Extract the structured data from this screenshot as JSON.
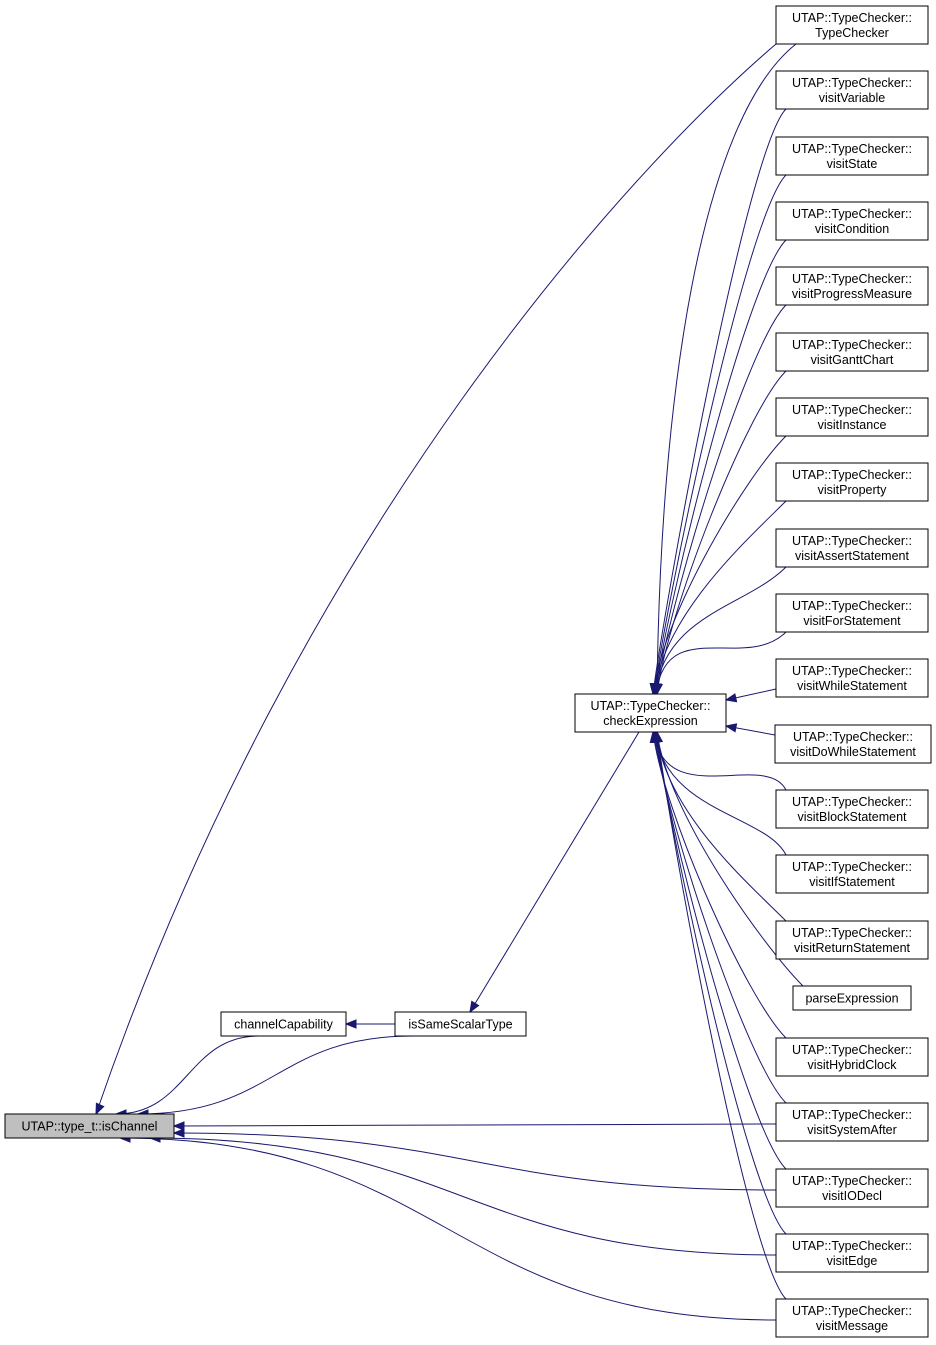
{
  "diagram": {
    "type": "call-graph",
    "colors": {
      "edge": "#191970",
      "node_border": "#000000",
      "focus_fill": "#bfbfbf",
      "node_fill": "#ffffff"
    },
    "nodes": [
      {
        "id": "ischannel",
        "lines": [
          "UTAP::type_t::isChannel"
        ],
        "focus": true
      },
      {
        "id": "channelcapability",
        "lines": [
          "channelCapability"
        ]
      },
      {
        "id": "issamescalartype",
        "lines": [
          "isSameScalarType"
        ]
      },
      {
        "id": "checkexpression",
        "lines": [
          "UTAP::TypeChecker::",
          "checkExpression"
        ]
      },
      {
        "id": "typechecker",
        "lines": [
          "UTAP::TypeChecker::",
          "TypeChecker"
        ]
      },
      {
        "id": "visitvariable",
        "lines": [
          "UTAP::TypeChecker::",
          "visitVariable"
        ]
      },
      {
        "id": "visitstate",
        "lines": [
          "UTAP::TypeChecker::",
          "visitState"
        ]
      },
      {
        "id": "visitcondition",
        "lines": [
          "UTAP::TypeChecker::",
          "visitCondition"
        ]
      },
      {
        "id": "visitprogressmeasure",
        "lines": [
          "UTAP::TypeChecker::",
          "visitProgressMeasure"
        ]
      },
      {
        "id": "visitganttchart",
        "lines": [
          "UTAP::TypeChecker::",
          "visitGanttChart"
        ]
      },
      {
        "id": "visitinstance",
        "lines": [
          "UTAP::TypeChecker::",
          "visitInstance"
        ]
      },
      {
        "id": "visitproperty",
        "lines": [
          "UTAP::TypeChecker::",
          "visitProperty"
        ]
      },
      {
        "id": "visitassertstatement",
        "lines": [
          "UTAP::TypeChecker::",
          "visitAssertStatement"
        ]
      },
      {
        "id": "visitforstatement",
        "lines": [
          "UTAP::TypeChecker::",
          "visitForStatement"
        ]
      },
      {
        "id": "visitwhilestatement",
        "lines": [
          "UTAP::TypeChecker::",
          "visitWhileStatement"
        ]
      },
      {
        "id": "visitdowhilestatement",
        "lines": [
          "UTAP::TypeChecker::",
          "visitDoWhileStatement"
        ]
      },
      {
        "id": "visitblockstatement",
        "lines": [
          "UTAP::TypeChecker::",
          "visitBlockStatement"
        ]
      },
      {
        "id": "visitifstatement",
        "lines": [
          "UTAP::TypeChecker::",
          "visitIfStatement"
        ]
      },
      {
        "id": "visitreturnstatement",
        "lines": [
          "UTAP::TypeChecker::",
          "visitReturnStatement"
        ]
      },
      {
        "id": "parseexpression",
        "lines": [
          "parseExpression"
        ]
      },
      {
        "id": "visithybridclock",
        "lines": [
          "UTAP::TypeChecker::",
          "visitHybridClock"
        ]
      },
      {
        "id": "visitsystemafter",
        "lines": [
          "UTAP::TypeChecker::",
          "visitSystemAfter"
        ]
      },
      {
        "id": "visitiodecl",
        "lines": [
          "UTAP::TypeChecker::",
          "visitIODecl"
        ]
      },
      {
        "id": "visitedge",
        "lines": [
          "UTAP::TypeChecker::",
          "visitEdge"
        ]
      },
      {
        "id": "visitmessage",
        "lines": [
          "UTAP::TypeChecker::",
          "visitMessage"
        ]
      }
    ],
    "edges": [
      {
        "from": "channelcapability",
        "to": "ischannel"
      },
      {
        "from": "issamescalartype",
        "to": "ischannel"
      },
      {
        "from": "issamescalartype",
        "to": "channelcapability"
      },
      {
        "from": "typechecker",
        "to": "ischannel"
      },
      {
        "from": "visitsystemafter",
        "to": "ischannel"
      },
      {
        "from": "visitiodecl",
        "to": "ischannel"
      },
      {
        "from": "visitedge",
        "to": "ischannel"
      },
      {
        "from": "visitmessage",
        "to": "ischannel"
      },
      {
        "from": "checkexpression",
        "to": "issamescalartype"
      },
      {
        "from": "typechecker",
        "to": "checkexpression"
      },
      {
        "from": "visitvariable",
        "to": "checkexpression"
      },
      {
        "from": "visitstate",
        "to": "checkexpression"
      },
      {
        "from": "visitcondition",
        "to": "checkexpression"
      },
      {
        "from": "visitprogressmeasure",
        "to": "checkexpression"
      },
      {
        "from": "visitganttchart",
        "to": "checkexpression"
      },
      {
        "from": "visitinstance",
        "to": "checkexpression"
      },
      {
        "from": "visitproperty",
        "to": "checkexpression"
      },
      {
        "from": "visitassertstatement",
        "to": "checkexpression"
      },
      {
        "from": "visitforstatement",
        "to": "checkexpression"
      },
      {
        "from": "visitwhilestatement",
        "to": "checkexpression"
      },
      {
        "from": "visitdowhilestatement",
        "to": "checkexpression"
      },
      {
        "from": "visitblockstatement",
        "to": "checkexpression"
      },
      {
        "from": "visitifstatement",
        "to": "checkexpression"
      },
      {
        "from": "visitreturnstatement",
        "to": "checkexpression"
      },
      {
        "from": "parseexpression",
        "to": "checkexpression"
      },
      {
        "from": "visithybridclock",
        "to": "checkexpression"
      },
      {
        "from": "visitsystemafter",
        "to": "checkexpression"
      },
      {
        "from": "visitiodecl",
        "to": "checkexpression"
      },
      {
        "from": "visitedge",
        "to": "checkexpression"
      },
      {
        "from": "visitmessage",
        "to": "checkexpression"
      }
    ]
  }
}
